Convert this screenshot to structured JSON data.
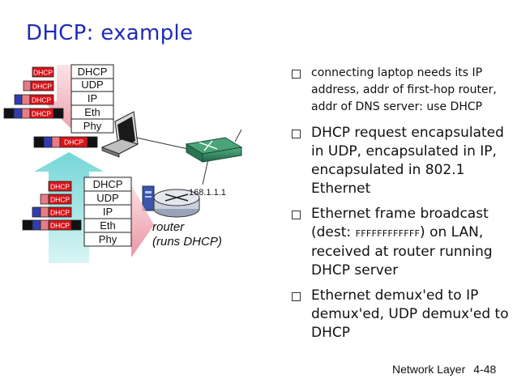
{
  "title": "DHCP: example",
  "diagram": {
    "stack_top": [
      "DHCP",
      "UDP",
      "IP",
      "Eth",
      "Phy"
    ],
    "stack_bottom": [
      "DHCP",
      "UDP",
      "IP",
      "Eth",
      "Phy"
    ],
    "packet_label": "DHCP",
    "router_ip": "168.1.1.1",
    "router_label": "router",
    "router_sublabel": "(runs DHCP)"
  },
  "bullets": [
    {
      "text": "connecting laptop needs its IP address, addr of first-hop router, addr of DNS server: use DHCP"
    },
    {
      "text": "DHCP request encapsulated in UDP, encapsulated in IP, encapsulated in 802.1 Ethernet"
    },
    {
      "pre": "Ethernet frame broadcast (dest: ",
      "mono": "FFFFFFFFFFFF",
      "post": ") on LAN, received at router running DHCP server"
    },
    {
      "text": "Ethernet demux'ed to IP demux'ed, UDP demux'ed to DHCP"
    }
  ],
  "footer": {
    "left": "Network Layer",
    "right": "4-48"
  },
  "colors": {
    "title": "#1f2bb5",
    "dhcp_red": "#d7141a",
    "arrow_pink": "#f1b8c0",
    "arrow_cyan": "#7fd9d9",
    "switch_green": "#2f7d5a"
  }
}
